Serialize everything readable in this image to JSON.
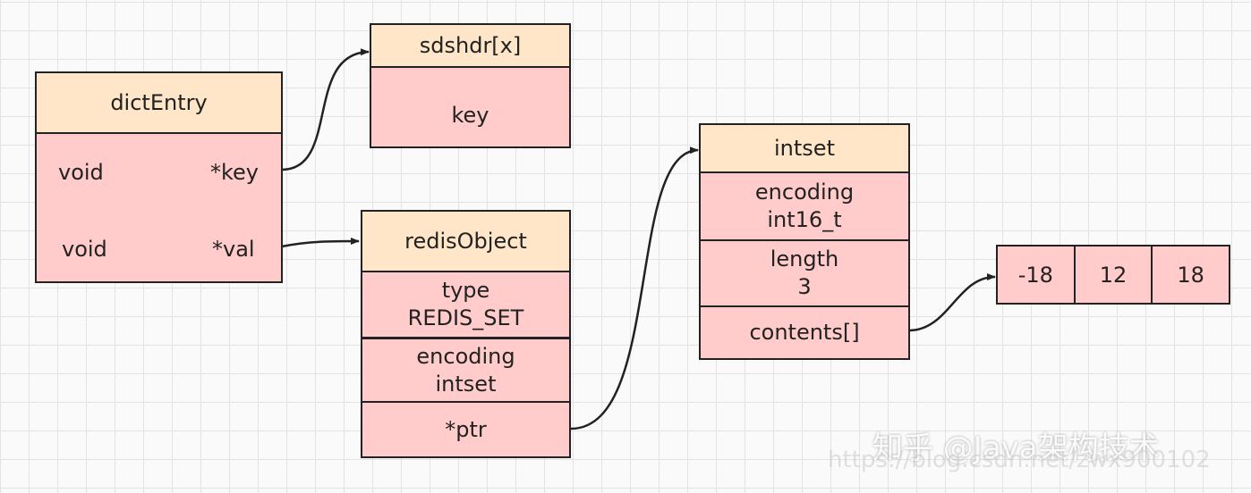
{
  "dictEntry": {
    "title": "dictEntry",
    "fields": [
      {
        "type": "void",
        "name": "*key"
      },
      {
        "type": "void",
        "name": "*val"
      }
    ]
  },
  "sdshdr": {
    "title": "sdshdr[x]",
    "body": "key"
  },
  "redisObject": {
    "title": "redisObject",
    "type_label": "type",
    "type_value": "REDIS_SET",
    "encoding_label": "encoding",
    "encoding_value": "intset",
    "ptr": "*ptr"
  },
  "intset": {
    "title": "intset",
    "encoding_label": "encoding",
    "encoding_value": "int16_t",
    "length_label": "length",
    "length_value": "3",
    "contents": "contents[]"
  },
  "contents_array": [
    "-18",
    "12",
    "18"
  ],
  "watermark": {
    "zhihu": "知乎 @Java架构技术",
    "url": "https://blog.csdn.net/zwx900102"
  }
}
